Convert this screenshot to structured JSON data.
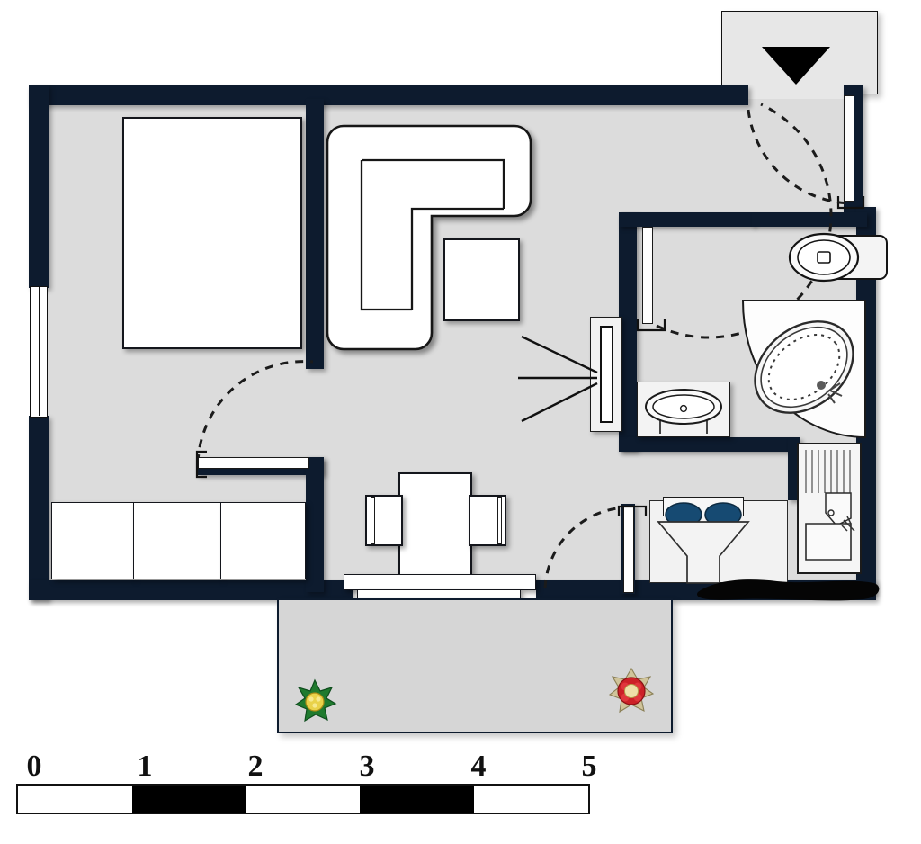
{
  "document": {
    "type": "architectural-floor-plan",
    "title": "Apartment floor plan",
    "wall_color": "#0d1b2e",
    "floor_color": "#dcdcdc",
    "furniture_fill": "#ffffff",
    "furniture_outline": "#14161c",
    "background_color": "#ffffff"
  },
  "scale": {
    "labels": [
      "0",
      "1",
      "2",
      "3",
      "4",
      "5"
    ],
    "segments": [
      "white",
      "black",
      "white",
      "black",
      "white"
    ],
    "unit_count": 5,
    "segment_colors": [
      "#ffffff",
      "#000000",
      "#ffffff",
      "#000000",
      "#ffffff"
    ]
  },
  "rooms": [
    {
      "id": "bedroom",
      "name": "Bedroom"
    },
    {
      "id": "living-room",
      "name": "Living room"
    },
    {
      "id": "dining",
      "name": "Dining area"
    },
    {
      "id": "bathroom",
      "name": "Bathroom"
    },
    {
      "id": "kitchen",
      "name": "Kitchen"
    },
    {
      "id": "entrance-hall",
      "name": "Entrance hall"
    },
    {
      "id": "terrace",
      "name": "Terrace"
    }
  ],
  "fixtures": [
    {
      "id": "bed",
      "name": "Double bed",
      "room": "bedroom"
    },
    {
      "id": "wardrobe-1",
      "name": "Wardrobe unit 1",
      "room": "bedroom"
    },
    {
      "id": "wardrobe-2",
      "name": "Wardrobe unit 2",
      "room": "bedroom"
    },
    {
      "id": "wardrobe-3",
      "name": "Wardrobe unit 3",
      "room": "bedroom"
    },
    {
      "id": "window-left",
      "name": "Window",
      "room": "bedroom"
    },
    {
      "id": "sectional-sofa",
      "name": "L-shaped sofa",
      "room": "living-room"
    },
    {
      "id": "coffee-table",
      "name": "Coffee table",
      "room": "living-room"
    },
    {
      "id": "television",
      "name": "Wall mounted TV",
      "room": "living-room"
    },
    {
      "id": "dining-table",
      "name": "Dining table",
      "room": "dining"
    },
    {
      "id": "chair-left",
      "name": "Dining chair left",
      "room": "dining"
    },
    {
      "id": "chair-right",
      "name": "Dining chair right",
      "room": "dining"
    },
    {
      "id": "sideboard",
      "name": "Sideboard",
      "room": "dining"
    },
    {
      "id": "toilet",
      "name": "Toilet",
      "room": "bathroom"
    },
    {
      "id": "bathtub",
      "name": "Corner bathtub",
      "room": "bathroom"
    },
    {
      "id": "washbasin",
      "name": "Washbasin vanity",
      "room": "bathroom"
    },
    {
      "id": "cooktop",
      "name": "Cooktop with two burners",
      "room": "kitchen"
    },
    {
      "id": "extractor-hood",
      "name": "Extractor hood",
      "room": "kitchen"
    },
    {
      "id": "kitchen-sink",
      "name": "Sink with drainboard",
      "room": "kitchen"
    },
    {
      "id": "plant-green",
      "name": "Green plant",
      "room": "terrace"
    },
    {
      "id": "plant-red",
      "name": "Red flowering plant",
      "room": "terrace"
    }
  ],
  "doors": [
    {
      "id": "entrance-door",
      "name": "Entrance door",
      "swing": "left",
      "room": "entrance-hall"
    },
    {
      "id": "bathroom-door",
      "name": "Bathroom door",
      "swing": "left",
      "room": "bathroom"
    },
    {
      "id": "bedroom-door",
      "name": "Bedroom door",
      "swing": "up",
      "room": "bedroom"
    },
    {
      "id": "kitchen-door",
      "name": "Kitchen door",
      "swing": "up",
      "room": "kitchen"
    }
  ],
  "markers": {
    "entrance_arrow": "▼",
    "entrance_arrow_name": "entrance-direction-arrow",
    "redaction": "redacted-black-mark"
  }
}
